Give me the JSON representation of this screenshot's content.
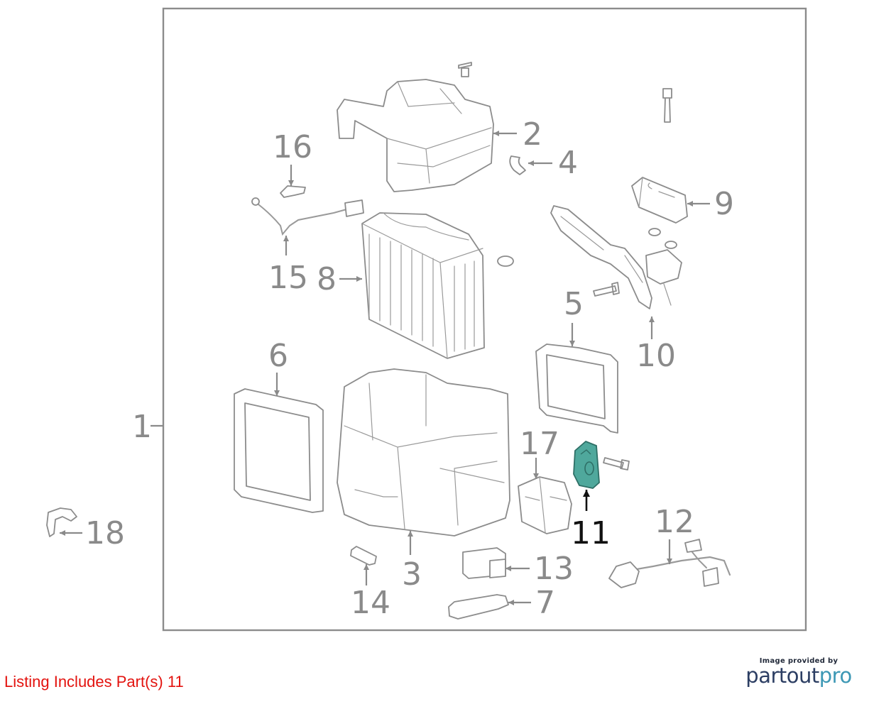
{
  "diagram": {
    "callouts": {
      "c1": "1",
      "c2": "2",
      "c3": "3",
      "c4": "4",
      "c5": "5",
      "c6": "6",
      "c7": "7",
      "c8": "8",
      "c9": "9",
      "c10": "10",
      "c11": "11",
      "c12": "12",
      "c13": "13",
      "c14": "14",
      "c15": "15",
      "c16": "16",
      "c17": "17",
      "c18": "18"
    },
    "highlight_color": "#4fa89c",
    "callout_color": "#8a8a8a",
    "highlight_label_color": "#111111"
  },
  "footer": {
    "listing_note": "Listing Includes Part(s) 11",
    "listing_note_color": "#e3130f",
    "provider_caption": "Image provided by",
    "provider_name_part1": "partout",
    "provider_name_part2": "pro"
  }
}
